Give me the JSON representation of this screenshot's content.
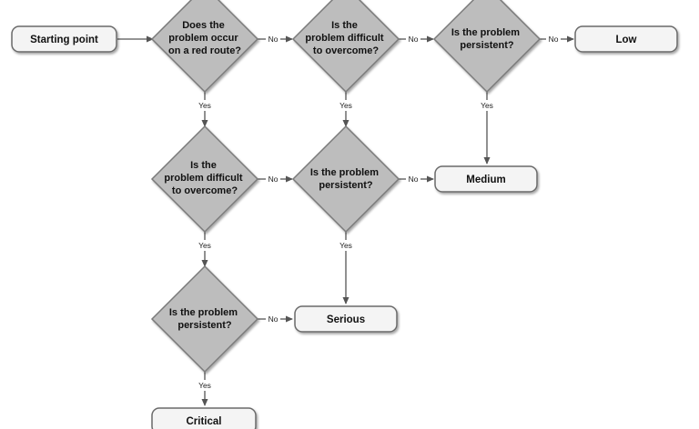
{
  "nodes": {
    "start": {
      "label": "Starting point"
    },
    "q1": {
      "lines": [
        "Does the",
        "problem occur",
        "on a red route?"
      ]
    },
    "q2": {
      "lines": [
        "Is the",
        "problem difficult",
        "to overcome?"
      ]
    },
    "q3": {
      "lines": [
        "Is the problem",
        "persistent?"
      ]
    },
    "q4": {
      "lines": [
        "Is the",
        "problem difficult",
        "to overcome?"
      ]
    },
    "q5": {
      "lines": [
        "Is the problem",
        "persistent?"
      ]
    },
    "q6": {
      "lines": [
        "Is the problem",
        "persistent?"
      ]
    },
    "low": {
      "label": "Low"
    },
    "medium": {
      "label": "Medium"
    },
    "serious": {
      "label": "Serious"
    },
    "critical": {
      "label": "Critical"
    }
  },
  "edge_labels": {
    "yes": "Yes",
    "no": "No"
  },
  "colors": {
    "diamond_fill": "#bdbdbd",
    "diamond_stroke": "#7a7a7a",
    "box_fill": "#f4f4f4",
    "box_stroke": "#6b6b6b",
    "connector": "#555555"
  }
}
